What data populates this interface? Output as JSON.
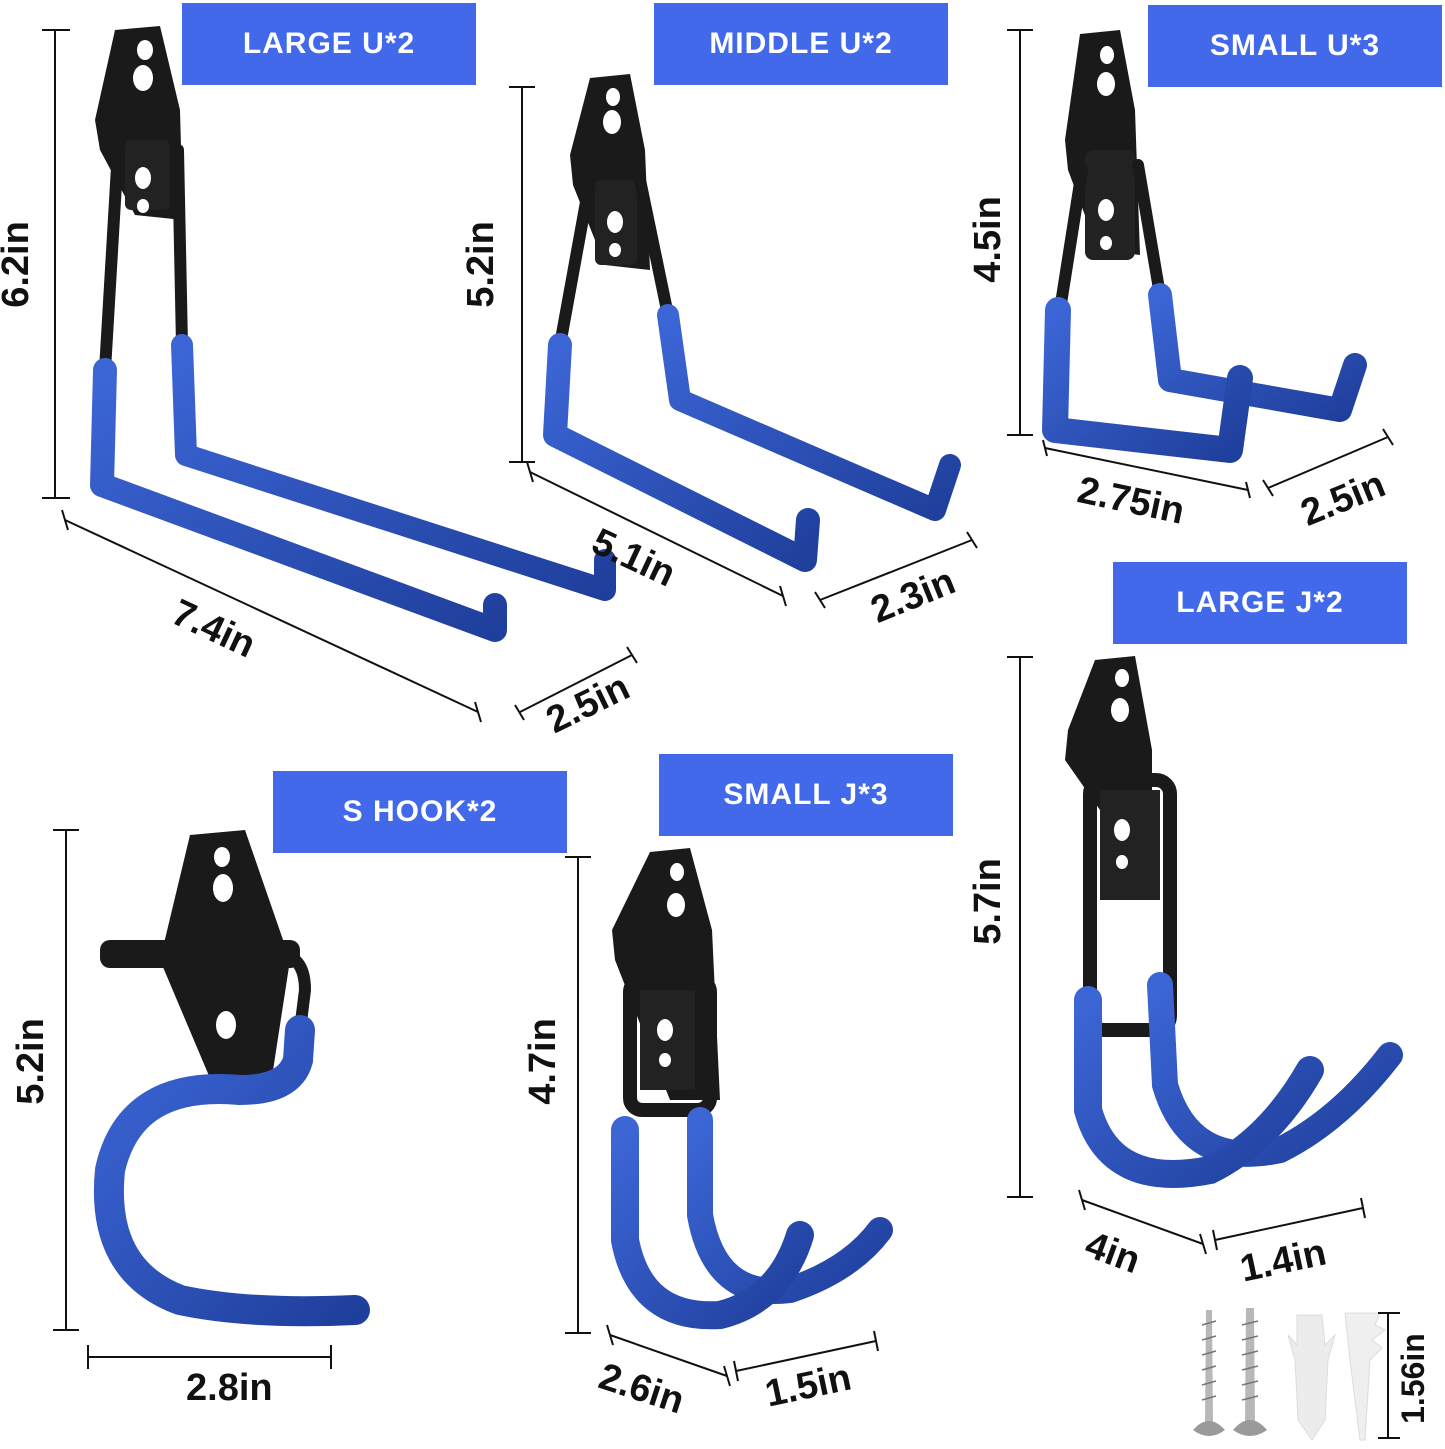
{
  "colors": {
    "badge_bg": "#4169e9",
    "badge_text": "#ffffff",
    "hook_blue": "#2a4fb8",
    "hook_black": "#1a1a1a",
    "dimension_line": "#111111",
    "background": "#ffffff"
  },
  "products": [
    {
      "id": "large-u",
      "label": "LARGE U*2",
      "dimensions": {
        "height": "6.2in",
        "length": "7.4in",
        "width": "2.5in"
      }
    },
    {
      "id": "middle-u",
      "label": "MIDDLE U*2",
      "dimensions": {
        "height": "5.2in",
        "length": "5.1in",
        "width": "2.3in"
      }
    },
    {
      "id": "small-u",
      "label": "SMALL U*3",
      "dimensions": {
        "height": "4.5in",
        "length": "2.75in",
        "width": "2.5in"
      }
    },
    {
      "id": "large-j",
      "label": "LARGE J*2",
      "dimensions": {
        "height": "5.7in",
        "length": "4in",
        "width": "1.4in"
      }
    },
    {
      "id": "s-hook",
      "label": "S HOOK*2",
      "dimensions": {
        "height": "5.2in",
        "width": "2.8in"
      }
    },
    {
      "id": "small-j",
      "label": "SMALL J*3",
      "dimensions": {
        "height": "4.7in",
        "length": "2.6in",
        "width": "1.5in"
      }
    }
  ],
  "hardware": {
    "items": [
      "screw",
      "screw",
      "wall-anchor",
      "drywall-anchor"
    ],
    "dimension": "1.56in"
  }
}
